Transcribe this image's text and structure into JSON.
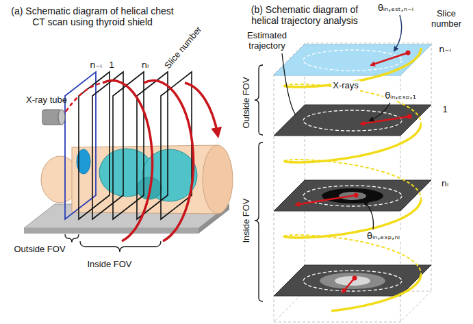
{
  "diagram": {
    "labels": [
      "(a) Schematic diagram of helical chest CT scan using thyroid shield",
      "X-ray tube",
      "Slice number",
      "n₋ᵢ",
      "1",
      "nᵢ",
      "Outside FOV",
      "Inside FOV",
      "(b) Schematic diagram of helical trajectory analysis",
      "Estimated trajectory",
      "θᵢₙ,ₑₛₜ,ₙ₋ᵢ",
      "Slice number",
      "n₋ᵢ",
      "X-rays",
      "θᵢₙ,ₑₓₚ,₁",
      "1",
      "Outside FOV",
      "nᵢ",
      "θᵢₙ,ₑₓₚ,ₙᵢ",
      "Inside FOV"
    ]
  }
}
